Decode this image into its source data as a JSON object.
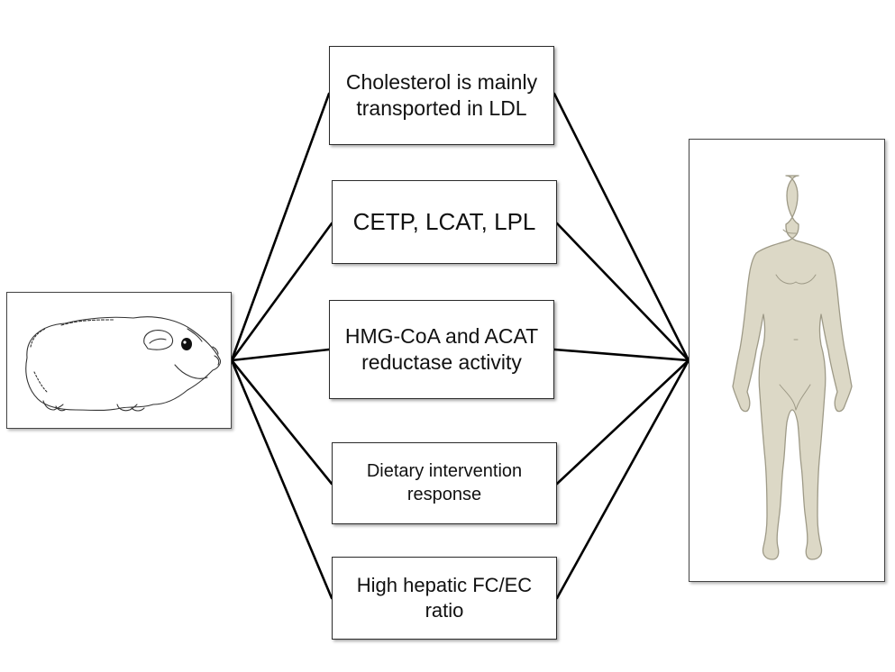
{
  "diagram": {
    "left_image": "guinea-pig-illustration",
    "right_image": "human-body-silhouette",
    "boxes": [
      {
        "label": "Cholesterol is mainly transported in LDL"
      },
      {
        "label": "CETP, LCAT, LPL"
      },
      {
        "label": "HMG-CoA and ACAT reductase activity"
      },
      {
        "label": "Dietary intervention response"
      },
      {
        "label": "High hepatic FC/EC ratio"
      }
    ]
  },
  "colors": {
    "connector": "#000000",
    "box_border": "#2b2b2b",
    "human_fill": "#dcd8c6",
    "human_stroke": "#9e9a87",
    "sketch_stroke": "#333333"
  }
}
